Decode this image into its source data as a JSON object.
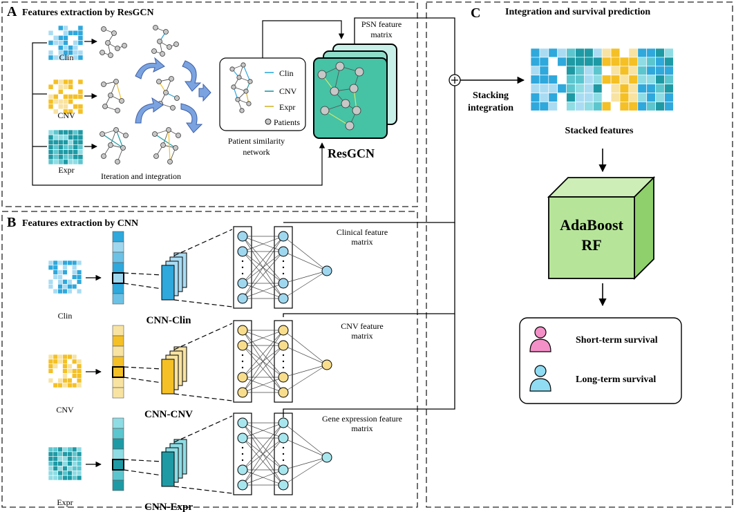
{
  "panels": {
    "A": {
      "letter": "A",
      "title": "Features extraction by ResGCN"
    },
    "B": {
      "letter": "B",
      "title": "Features extraction by CNN"
    },
    "C": {
      "letter": "C",
      "title": "Integration and survival prediction"
    }
  },
  "panelA": {
    "omics": [
      "Clin",
      "CNV",
      "Expr"
    ],
    "iteration_label": "Iteration and integration",
    "psn_caption_line1": "Patient similarity",
    "psn_caption_line2": "network",
    "legend": [
      "Clin",
      "CNV",
      "Expr",
      "Patients"
    ],
    "resgcn_label": "ResGCN",
    "psn_feature_line1": "PSN feature",
    "psn_feature_line2": "matrix"
  },
  "panelB": {
    "rows": [
      {
        "omic": "Clin",
        "cnn": "CNN-Clin",
        "feat_line1": "Clinical feature",
        "feat_line2": "matrix"
      },
      {
        "omic": "CNV",
        "cnn": "CNN-CNV",
        "feat_line1": "CNV feature",
        "feat_line2": "matrix"
      },
      {
        "omic": "Expr",
        "cnn": "CNN-Expr",
        "feat_line1": "Gene expression feature",
        "feat_line2": "matrix"
      }
    ]
  },
  "panelC": {
    "stacking_line1": "Stacking",
    "stacking_line2": "integration",
    "stacked_label": "Stacked features",
    "model_line1": "AdaBoost",
    "model_line2": "RF",
    "outcomes": [
      "Short-term survival",
      "Long-term survival"
    ]
  },
  "colors": {
    "clin": "#2fa8dc",
    "clin_light": "#a9dcf3",
    "cnv": "#f4c025",
    "cnv_light": "#f8e3a2",
    "expr": "#1e9aa5",
    "expr_light": "#8fdce4",
    "resgcn": "#46c2a5",
    "ada_box": "#b6e59a",
    "short_term": "#f390c8",
    "long_term": "#8fdcf3"
  }
}
